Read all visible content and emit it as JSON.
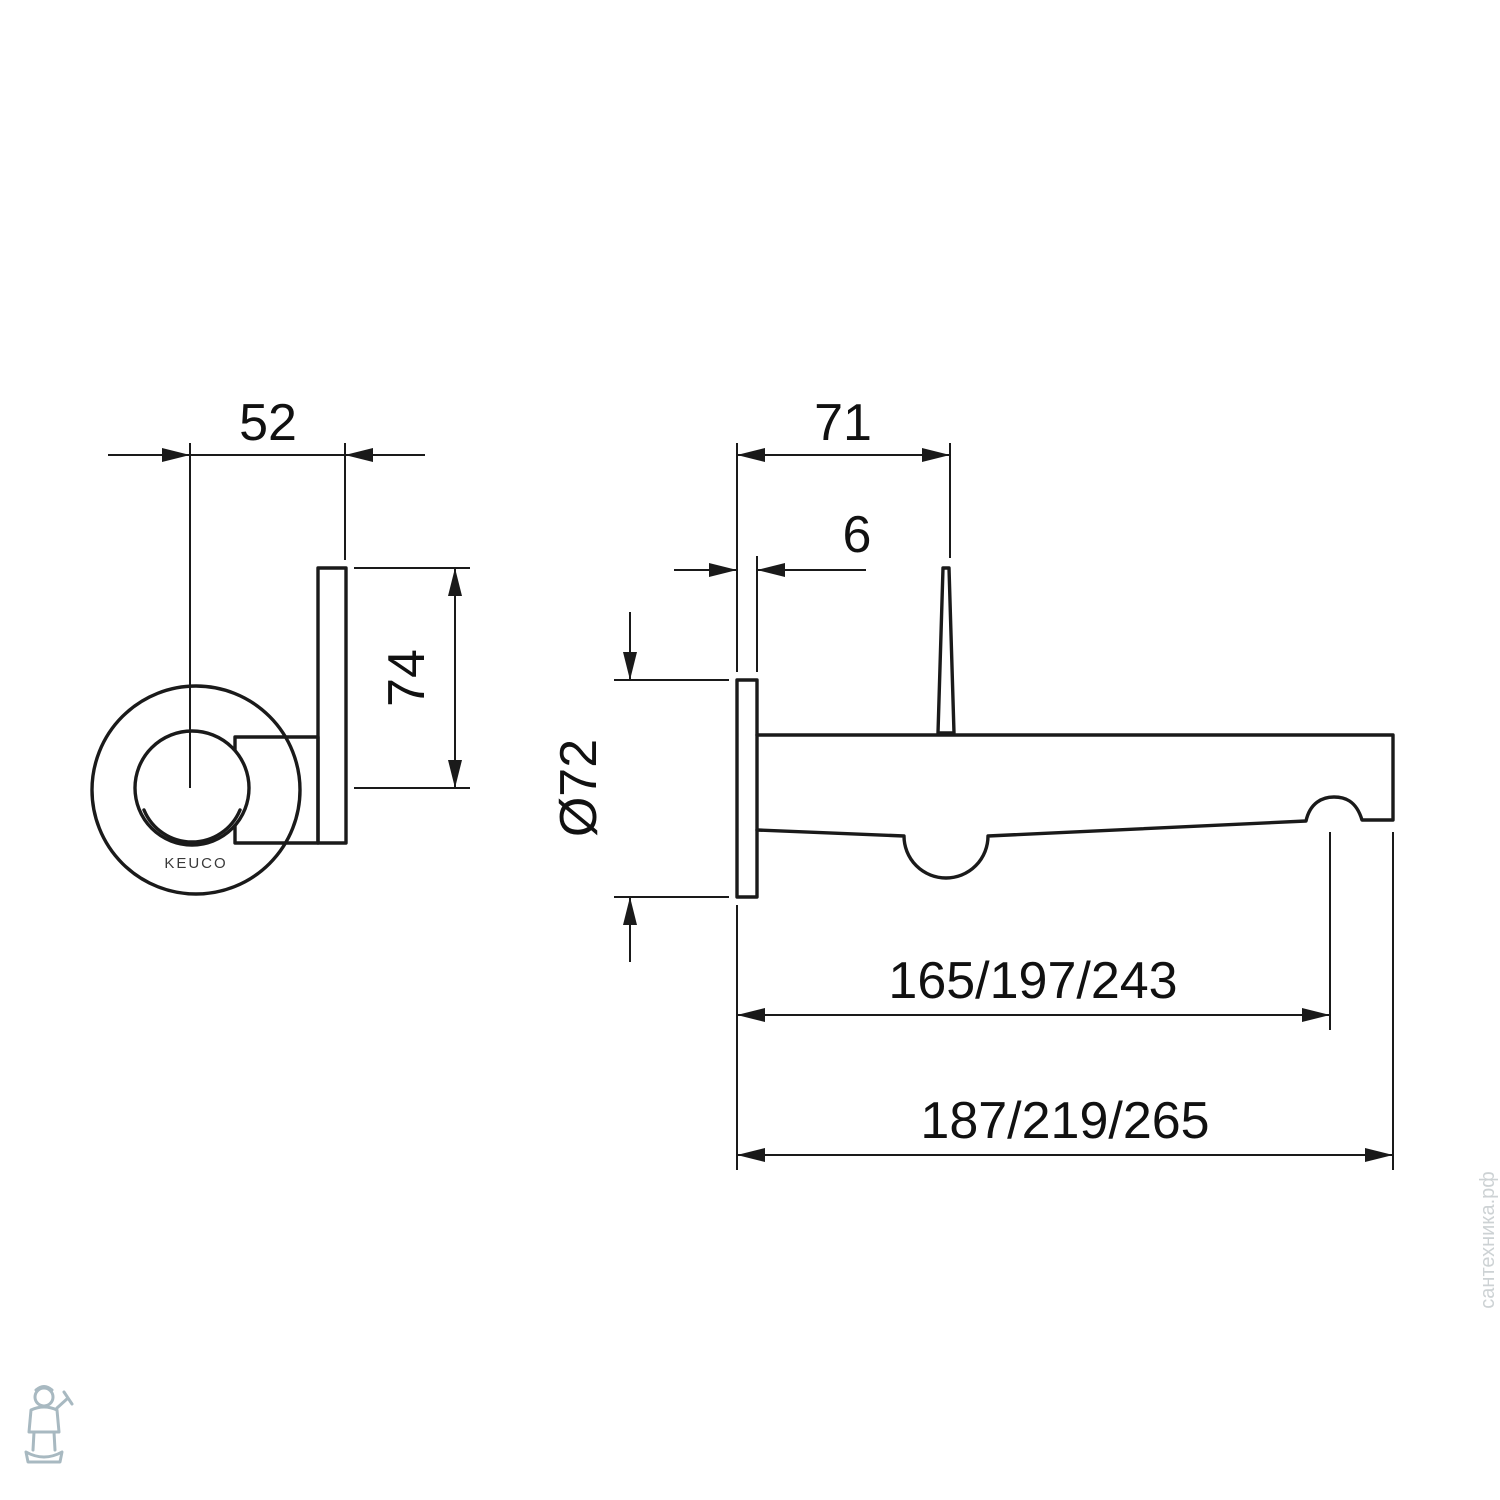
{
  "page": {
    "background": "#ffffff"
  },
  "drawing": {
    "type": "technical-dimension-drawing",
    "subject": "wall-mounted single-lever basin mixer, front view and side view",
    "brand_label": "KEUCO",
    "front_view": {
      "width_dim": "52",
      "height_dim": "74"
    },
    "side_view": {
      "lever_offset_dim": "71",
      "plate_thickness_dim": "6",
      "plate_diameter_dim": "Ø72",
      "spout_reach_dim": "165/197/243",
      "total_reach_dim": "187/219/265"
    },
    "colors": {
      "line": "#1a1a1a",
      "text": "#111111",
      "watermark": "#cdd2d4"
    },
    "watermark_text": "сантехника.рф"
  }
}
